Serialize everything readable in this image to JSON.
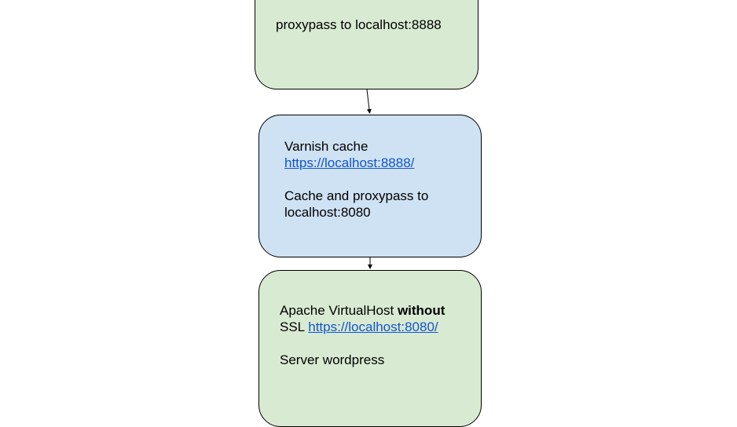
{
  "nodes": {
    "top": {
      "line1": "proxypass to localhost:8888"
    },
    "middle": {
      "title": "Varnish cache",
      "link": "https://localhost:8888/",
      "line3": "Cache and proxypass to",
      "line4": "localhost:8080"
    },
    "bottom": {
      "line1_pre": "Apache VirtualHost ",
      "line1_bold": "without",
      "line2_pre": "SSL ",
      "link": "https://localhost:8080/",
      "line3": "Server wordpress"
    }
  },
  "colors": {
    "green_fill": "#d9ead3",
    "blue_fill": "#cfe2f3",
    "link": "#1155cc"
  }
}
